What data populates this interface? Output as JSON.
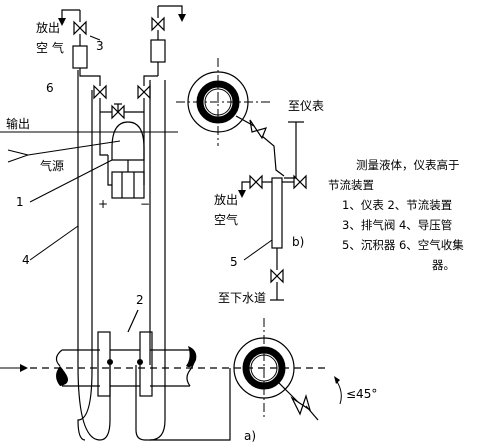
{
  "labels": {
    "vent_air_top_line1": "放出",
    "vent_air_top_line2": "空 气",
    "num_3": "3",
    "num_6": "6",
    "output": "输出",
    "air_source": "气源",
    "num_1": "1",
    "plus": "+",
    "minus": "−",
    "num_4": "4",
    "num_2": "2",
    "to_instrument": "至仪表",
    "vent_air_right_line1": "放出",
    "vent_air_right_line2": "空气",
    "num_5": "5",
    "label_b": "b)",
    "to_drain": "至下水道",
    "label_a": "a)",
    "angle": "≤45°"
  },
  "legend": {
    "title_line1": "测量液体，仪表高于",
    "title_line2": "节流装置",
    "items": [
      "1、仪表    2、节流装置",
      "3、排气阀   4、导压管",
      "5、沉积器  6、空气收集",
      "器。"
    ]
  }
}
